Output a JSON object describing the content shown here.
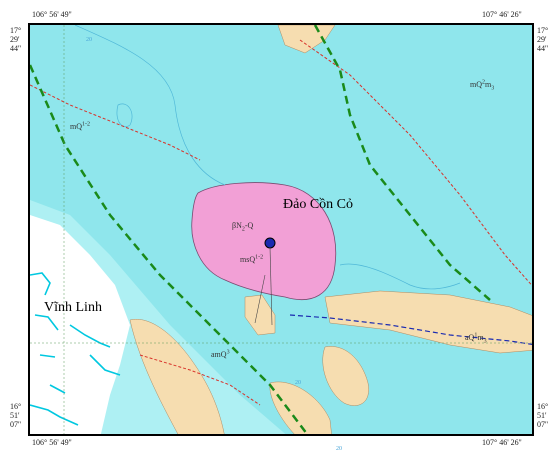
{
  "coords": {
    "top_left": "106° 56' 49''",
    "top_right": "107° 46' 26''",
    "bottom_left": "106° 56' 49''",
    "bottom_right": "107° 46' 26''",
    "left_top": [
      "17°",
      "29'",
      "44''"
    ],
    "right_top": [
      "17°",
      "29'",
      "44''"
    ],
    "left_bottom": [
      "16°",
      "51'",
      "07''"
    ],
    "right_bottom": [
      "16°",
      "51'",
      "07''"
    ]
  },
  "places": {
    "island": "Đảo Cồn Cỏ",
    "mainland": "Vĩnh Linh"
  },
  "units": {
    "basalt": {
      "main": "βN",
      "sub": "2",
      "tail": "-Q"
    },
    "ms": {
      "main": "msQ",
      "sup": "1-2"
    },
    "mq_west": {
      "main": "mQ",
      "sup": "1-2"
    },
    "mq_east": {
      "main": "mQ",
      "sup": "2",
      "tail": "m",
      "sub": "3"
    },
    "am": {
      "main": "amQ",
      "sup": "3"
    },
    "aq": {
      "main": "aQ",
      "sup": "1",
      "tail": "m",
      "sub": "3"
    }
  },
  "marks": {
    "a": "20",
    "b": "20",
    "c": "20"
  },
  "colors": {
    "sea": "#8fe6ec",
    "shallow": "#aef0f3",
    "island": "#f2a0d6",
    "sand": "#f6ddb0",
    "land": "#ffffff",
    "river": "#00c8e0",
    "fault_red": "#d8322a",
    "fault_green": "#1a8a1a",
    "fault_blue": "#1a2ab0",
    "contour": "#50b8d8"
  }
}
